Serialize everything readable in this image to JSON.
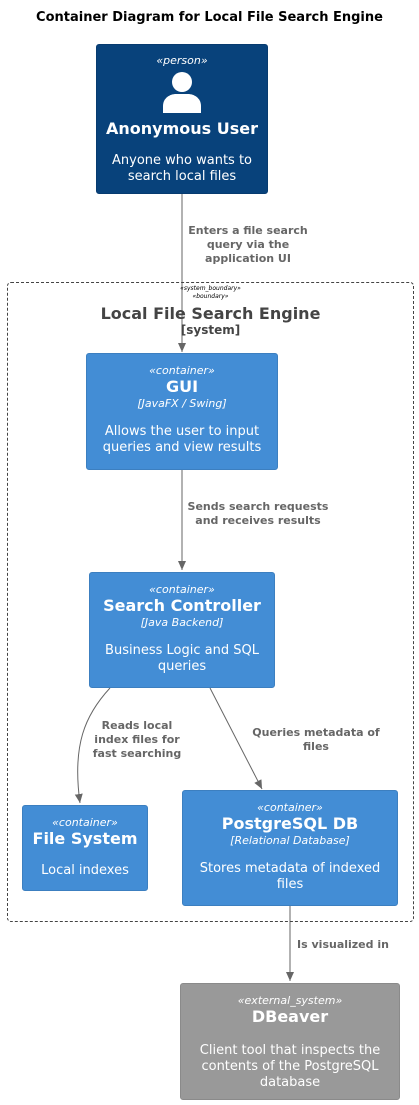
{
  "title": "Container Diagram for Local File Search Engine",
  "user": {
    "stereotype": "«person»",
    "name": "Anonymous User",
    "desc": "Anyone who wants to search local files",
    "icon": "person-icon"
  },
  "boundary": {
    "stereotype1": "«system_boundary»",
    "stereotype2": "«boundary»",
    "name": "Local File Search Engine",
    "type": "[system]"
  },
  "gui": {
    "stereotype": "«container»",
    "name": "GUI",
    "tech": "[JavaFX / Swing]",
    "desc": "Allows the user to input queries and view results"
  },
  "controller": {
    "stereotype": "«container»",
    "name": "Search Controller",
    "tech": "[Java Backend]",
    "desc": "Business Logic and SQL queries"
  },
  "filesystem": {
    "stereotype": "«container»",
    "name": "File System",
    "desc": "Local indexes"
  },
  "postgres": {
    "stereotype": "«container»",
    "name": "PostgreSQL DB",
    "tech": "[Relational Database]",
    "desc": "Stores metadata of indexed files"
  },
  "dbeaver": {
    "stereotype": "«external_system»",
    "name": "DBeaver",
    "desc": "Client tool that inspects the contents of the PostgreSQL database"
  },
  "edges": {
    "user_gui": "Enters a file search query via the application UI",
    "gui_controller": "Sends search requests and receives results",
    "controller_fs": "Reads local index files for fast searching",
    "controller_pg": "Queries metadata of files",
    "pg_dbeaver": "Is visualized in"
  }
}
